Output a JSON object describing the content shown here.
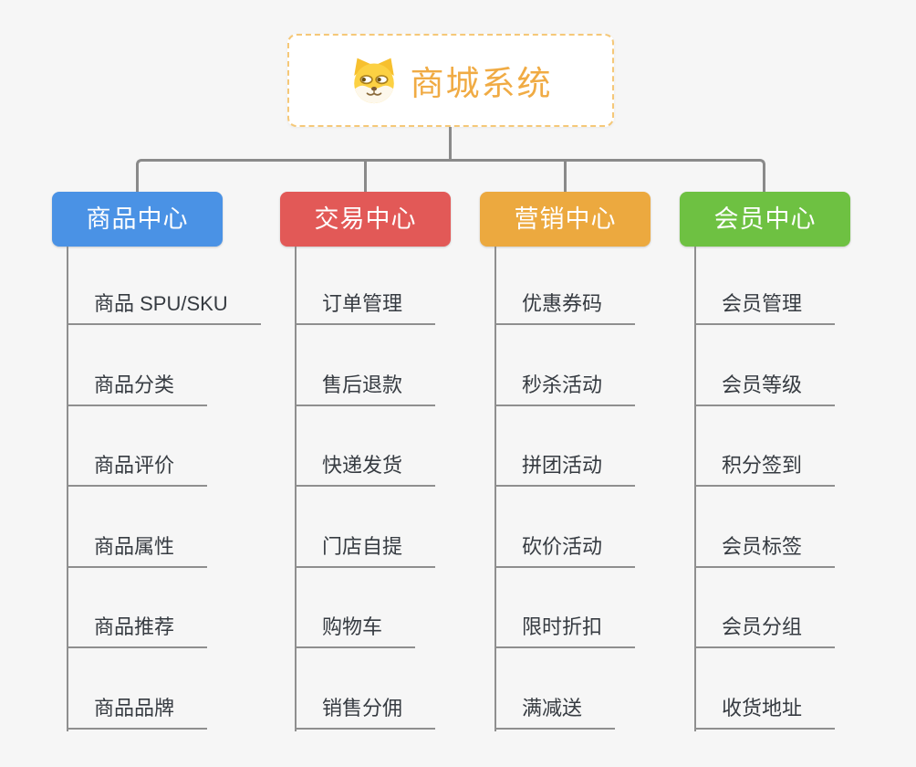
{
  "root": {
    "title": "商城系统",
    "icon": "dog-face-icon",
    "text_color": "#f0ab44",
    "border_color": "#f5c878",
    "background": "#ffffff"
  },
  "connector_color": "#8a8a8a",
  "background_color": "#f6f6f6",
  "columns": [
    {
      "label": "商品中心",
      "color": "#4a92e5",
      "items": [
        "商品 SPU/SKU",
        "商品分类",
        "商品评价",
        "商品属性",
        "商品推荐",
        "商品品牌"
      ]
    },
    {
      "label": "交易中心",
      "color": "#e25957",
      "items": [
        "订单管理",
        "售后退款",
        "快递发货",
        "门店自提",
        "购物车",
        "销售分佣"
      ]
    },
    {
      "label": "营销中心",
      "color": "#eca93f",
      "items": [
        "优惠券码",
        "秒杀活动",
        "拼团活动",
        "砍价活动",
        "限时折扣",
        "满减送"
      ]
    },
    {
      "label": "会员中心",
      "color": "#6ec142",
      "items": [
        "会员管理",
        "会员等级",
        "积分签到",
        "会员标签",
        "会员分组",
        "收货地址"
      ]
    }
  ]
}
